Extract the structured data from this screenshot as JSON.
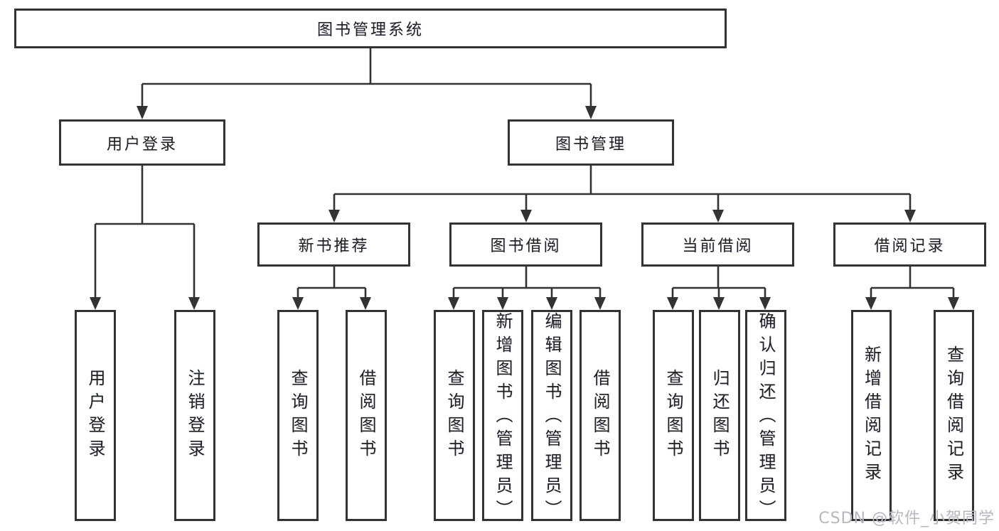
{
  "diagram_type": "hierarchy-tree",
  "tree": {
    "label": "图书管理系统",
    "children": [
      {
        "label": "用户登录",
        "children": [
          {
            "label": "用户登录"
          },
          {
            "label": "注销登录"
          }
        ]
      },
      {
        "label": "图书管理",
        "children": [
          {
            "label": "新书推荐",
            "children": [
              {
                "label": "查询图书"
              },
              {
                "label": "借阅图书"
              }
            ]
          },
          {
            "label": "图书借阅",
            "children": [
              {
                "label": "查询图书"
              },
              {
                "label": "新增图书（管理员）"
              },
              {
                "label": "编辑图书（管理员）"
              },
              {
                "label": "借阅图书"
              }
            ]
          },
          {
            "label": "当前借阅",
            "children": [
              {
                "label": "查询图书"
              },
              {
                "label": "归还图书"
              },
              {
                "label": "确认归还（管理员）"
              }
            ]
          },
          {
            "label": "借阅记录",
            "children": [
              {
                "label": "新增借阅记录"
              },
              {
                "label": "查询借阅记录"
              }
            ]
          }
        ]
      }
    ]
  },
  "watermark": {
    "text": "CSDN @软件_小贺同学"
  },
  "colors": {
    "line": "#333333",
    "text": "#1f1f1f",
    "box_background": "#ffffff",
    "watermark": "#b4b8bf"
  }
}
